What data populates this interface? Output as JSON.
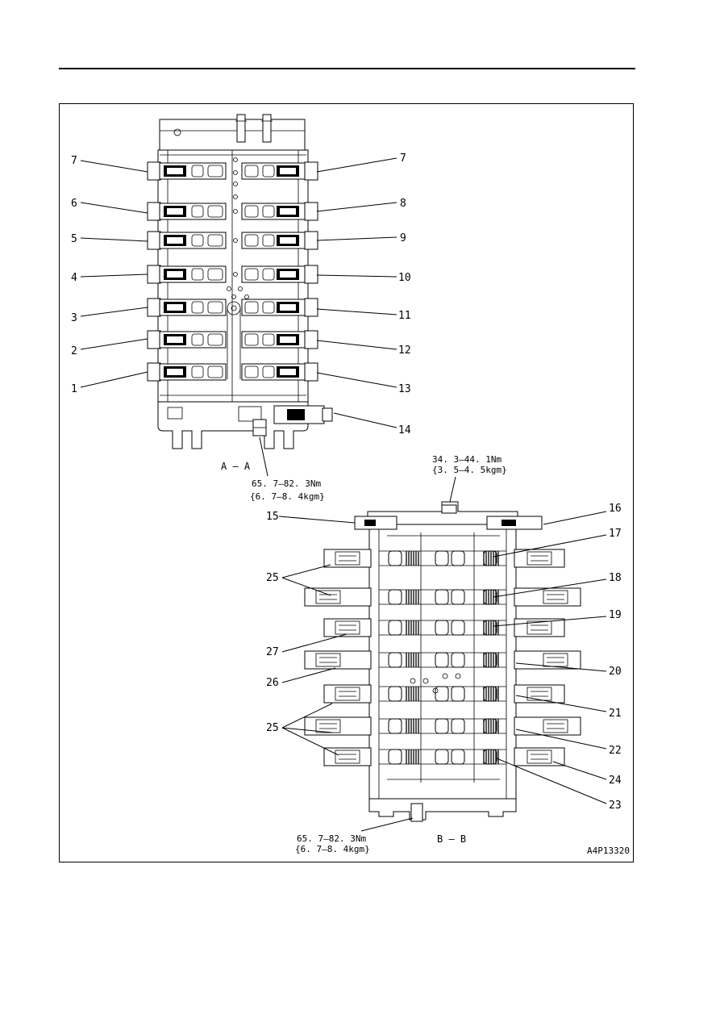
{
  "section_aa": {
    "title": "A – A"
  },
  "section_bb": {
    "title": "B – B"
  },
  "torque_top": {
    "line1": "34. 3–44. 1Nm",
    "line2": "{3. 5–4. 5kgm}"
  },
  "torque_mid": {
    "line1": "65. 7–82. 3Nm",
    "line2": "{6. 7–8. 4kgm}"
  },
  "torque_bottom": {
    "line1": "65. 7–82. 3Nm",
    "line2": "{6. 7–8. 4kgm}"
  },
  "figure_code": "A4P13320",
  "callouts_aa_left": [
    "7",
    "6",
    "5",
    "4",
    "3",
    "2",
    "1"
  ],
  "callouts_aa_right": [
    "7",
    "8",
    "9",
    "10",
    "11",
    "12",
    "13",
    "14"
  ],
  "callouts_bb": {
    "c15": "15",
    "c16": "16",
    "c17": "17",
    "c18": "18",
    "c19": "19",
    "c20": "20",
    "c21": "21",
    "c22": "22",
    "c23": "23",
    "c24": "24",
    "c25a": "25",
    "c25b": "25",
    "c26": "26",
    "c27": "27"
  }
}
